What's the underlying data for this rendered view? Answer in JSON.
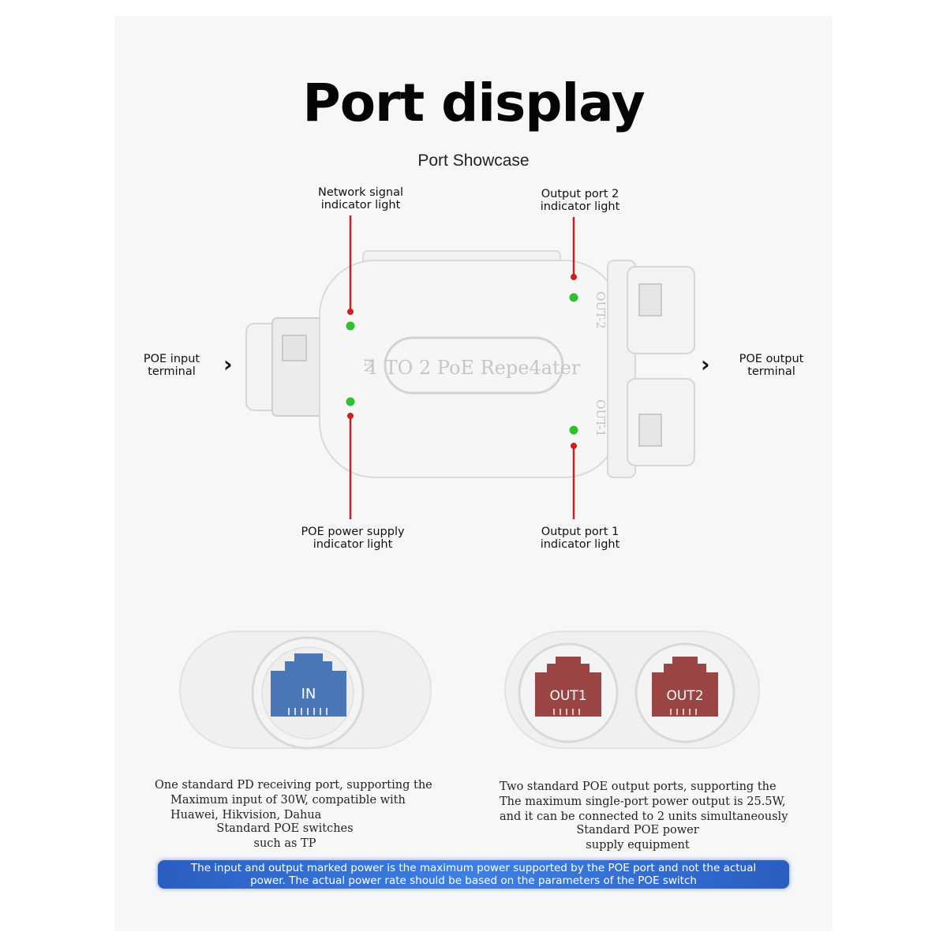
{
  "heading": {
    "title": "Port display",
    "subtitle": "Port Showcase"
  },
  "device": {
    "brand_text": "1 TO 2 PoE Repe4ater",
    "in_label": "IN",
    "out1_side_label": "OUT-1",
    "out2_side_label": "OUT-2"
  },
  "callouts": {
    "network_signal": [
      "Network signal",
      "indicator light"
    ],
    "output_port_2": [
      "Output port 2",
      "indicator light"
    ],
    "poe_input": [
      "POE input",
      "terminal"
    ],
    "poe_output": [
      "POE output",
      "terminal"
    ],
    "poe_power": [
      "POE power supply",
      "indicator light"
    ],
    "output_port_1": [
      "Output port 1",
      "indicator light"
    ]
  },
  "ports": {
    "in_label": "IN",
    "out1_label": "OUT1",
    "out2_label": "OUT2"
  },
  "descriptions": {
    "input": [
      "One standard PD receiving port, supporting the",
      "Maximum input of 30W, compatible with",
      "Huawei, Hikvision, Dahua",
      "Standard POE switches",
      "such as TP"
    ],
    "output": [
      "Two standard POE output ports, supporting the",
      "The maximum single-port power output is 25.5W,",
      "and it can be connected to 2 units simultaneously",
      "Standard POE power",
      "supply equipment"
    ]
  },
  "notice": [
    "The input and output marked power is the maximum power supported by the POE port and not the actual",
    "power. The actual power rate should be based on the parameters of the POE switch"
  ],
  "colors": {
    "led_green": "#2ec02e",
    "pointer_red": "#cc1f1f",
    "in_port": "#4a76b8",
    "out_port": "#9b4444",
    "notice_bar": "#3a74d8"
  }
}
